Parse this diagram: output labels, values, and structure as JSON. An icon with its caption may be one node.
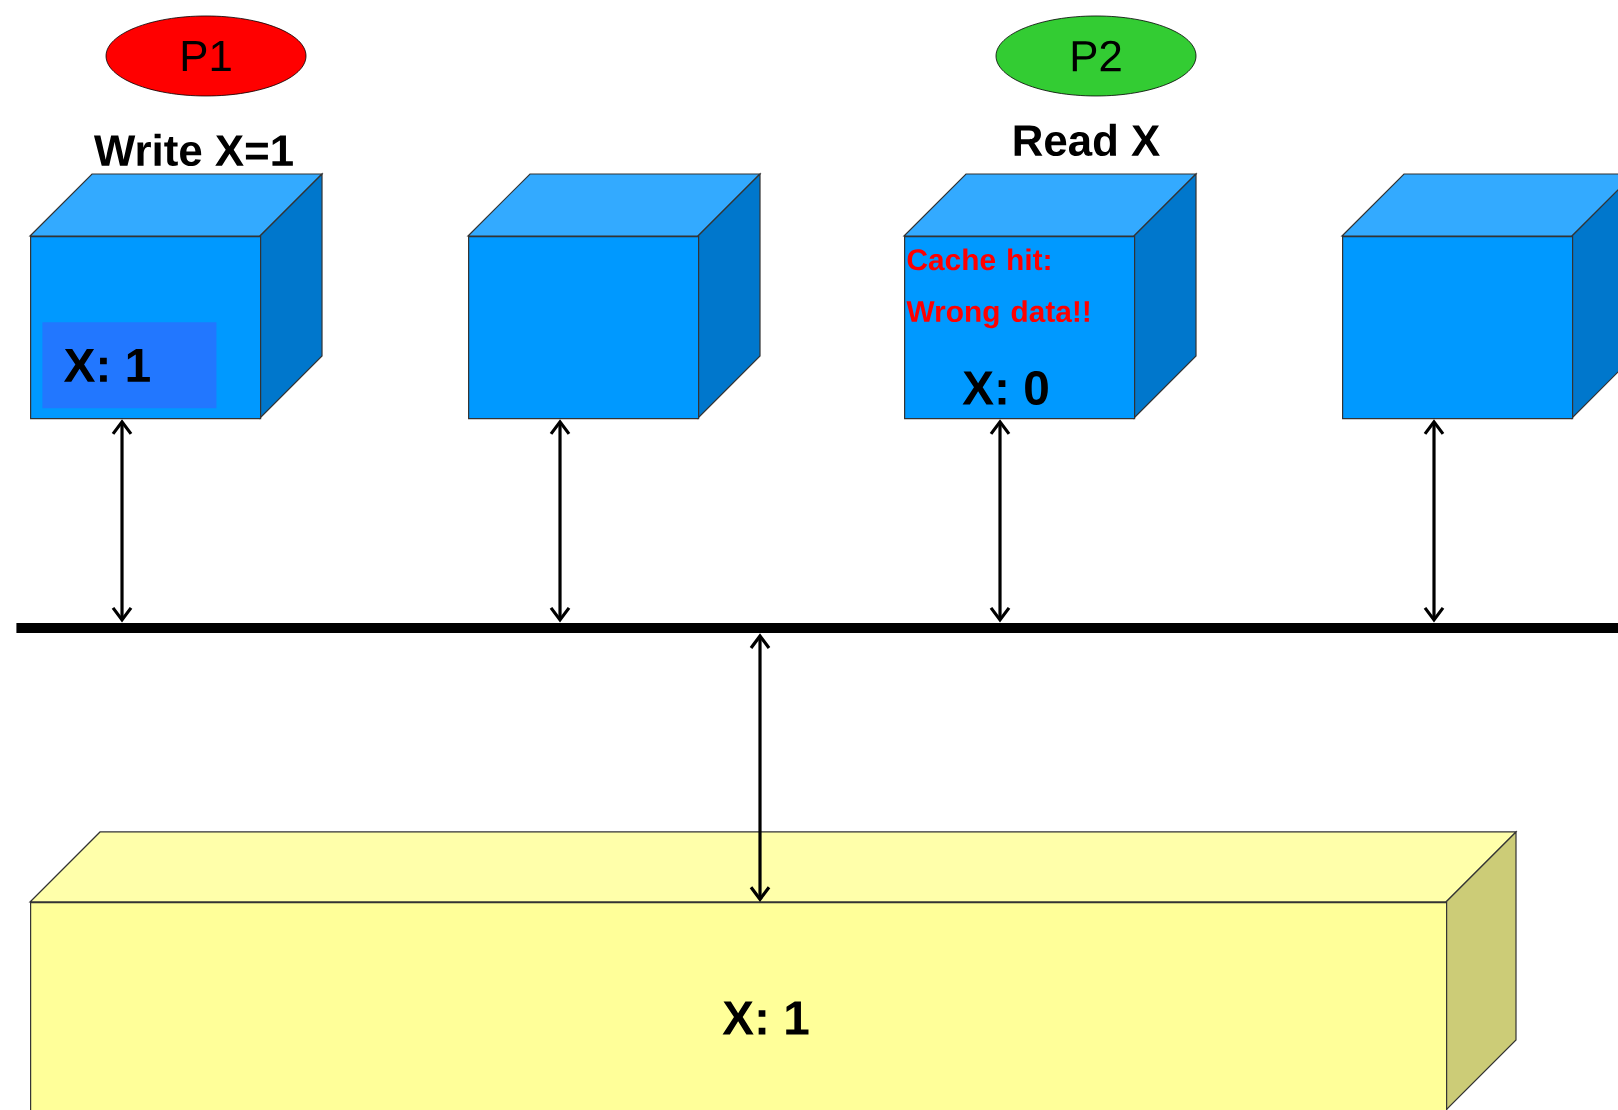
{
  "diagram": {
    "nodes": [
      {
        "text": [
          "P1"
        ]
      },
      {
        "text": [
          "P2"
        ]
      },
      {
        "text": [],
        "shape": "cube",
        "beside": [
          "Write X=1"
        ]
      },
      {
        "text": [
          "X: 1"
        ],
        "in": 2
      },
      {
        "text": [],
        "shape": "cube"
      },
      {
        "text": [
          "Cache hit: Wrong data!!",
          "X: 0"
        ],
        "beside": [
          "Read X"
        ]
      },
      {
        "text": [],
        "shape": "cube"
      },
      {
        "text": [],
        "shape": "bar"
      },
      {
        "text": [
          "X: 1"
        ]
      }
    ],
    "edges": [
      {
        "from": 2,
        "to": 7,
        "arrow": "both"
      },
      {
        "from": 4,
        "to": 7,
        "arrow": "both"
      },
      {
        "from": 5,
        "to": 7,
        "arrow": "both"
      },
      {
        "from": 6,
        "to": 7,
        "arrow": "both"
      },
      {
        "from": 7,
        "to": 8,
        "arrow": "both"
      }
    ]
  }
}
